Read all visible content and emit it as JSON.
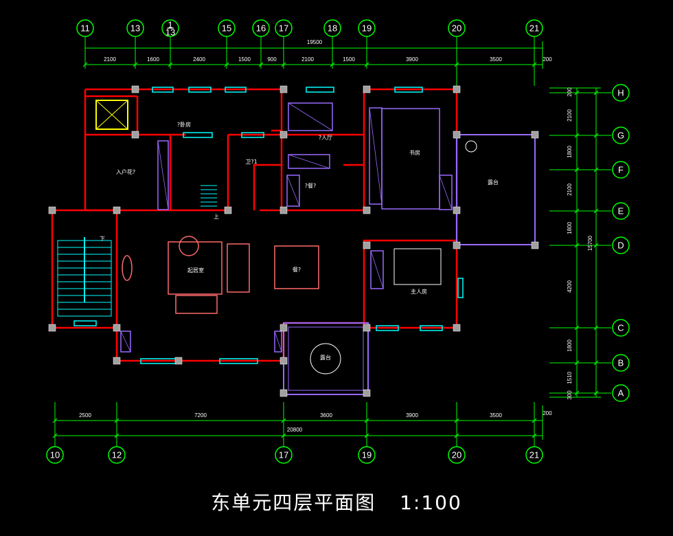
{
  "colors": {
    "grid": "#00ff00",
    "wall": "#ff0000",
    "window": "#00ffff",
    "column": "#a0a0a0",
    "furniture": "#ff6a6a",
    "fixture": "#9a6aff",
    "text": "#ffffff",
    "background": "#000000"
  },
  "axes": {
    "top": [
      "11",
      "13",
      "1\n13",
      "15",
      "16",
      "17",
      "18",
      "19",
      "20",
      "21"
    ],
    "bottom": [
      "10",
      "12",
      "17",
      "19",
      "20",
      "21"
    ],
    "right": [
      "H",
      "G",
      "F",
      "E",
      "D",
      "C",
      "B",
      "A"
    ]
  },
  "dims": {
    "top_total": "19500",
    "top_segments": [
      "2100",
      "1600",
      "2400",
      "1500",
      "900",
      "2100",
      "1500",
      "3900",
      "3500"
    ],
    "top_end": "200",
    "bottom_segments": [
      "2500",
      "7200",
      "3600",
      "3900",
      "3500"
    ],
    "bottom_total": "20800",
    "bottom_end": "200",
    "right_segments": [
      "200",
      "2100",
      "1800",
      "2100",
      "1800",
      "4200",
      "1800",
      "1510",
      "300"
    ],
    "right_total": "15700"
  },
  "rooms": {
    "entrance": "入户花?",
    "guest_bedroom": "?卧房",
    "bath": "卫?1",
    "kitchen": "?人厅",
    "kitchen2": "?餐?",
    "study": "书房",
    "terrace_right": "露台",
    "living": "起居室",
    "dining": "餐?",
    "master": "主人房",
    "terrace_bottom": "露台",
    "stair_down": "下",
    "stair_up": "上"
  },
  "caption": {
    "title": "东单元四层平面图",
    "scale": "1:100"
  }
}
